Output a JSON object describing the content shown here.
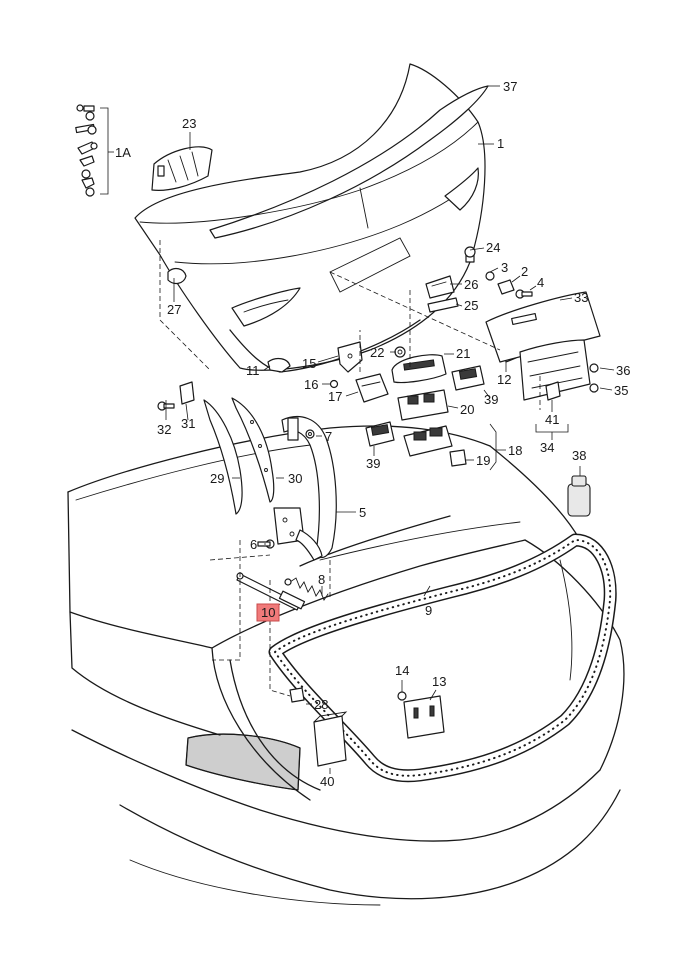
{
  "highlight_color": "#f07a7a",
  "callouts": {
    "c1": "1",
    "c1a": "1A",
    "c2": "2",
    "c3": "3",
    "c4": "4",
    "c5": "5",
    "c6": "6",
    "c7": "7",
    "c8": "8",
    "c9": "9",
    "c10": "10",
    "c11": "11",
    "c12": "12",
    "c13": "13",
    "c14": "14",
    "c15": "15",
    "c16": "16",
    "c17": "17",
    "c18": "18",
    "c19": "19",
    "c20": "20",
    "c21": "21",
    "c22": "22",
    "c23": "23",
    "c24": "24",
    "c25": "25",
    "c26": "26",
    "c27": "27",
    "c28": "28",
    "c29": "29",
    "c30": "30",
    "c31": "31",
    "c32": "32",
    "c33": "33",
    "c34": "34",
    "c35": "35",
    "c36": "36",
    "c37": "37",
    "c38": "38",
    "c39a": "39",
    "c39b": "39",
    "c40": "40",
    "c41": "41"
  }
}
